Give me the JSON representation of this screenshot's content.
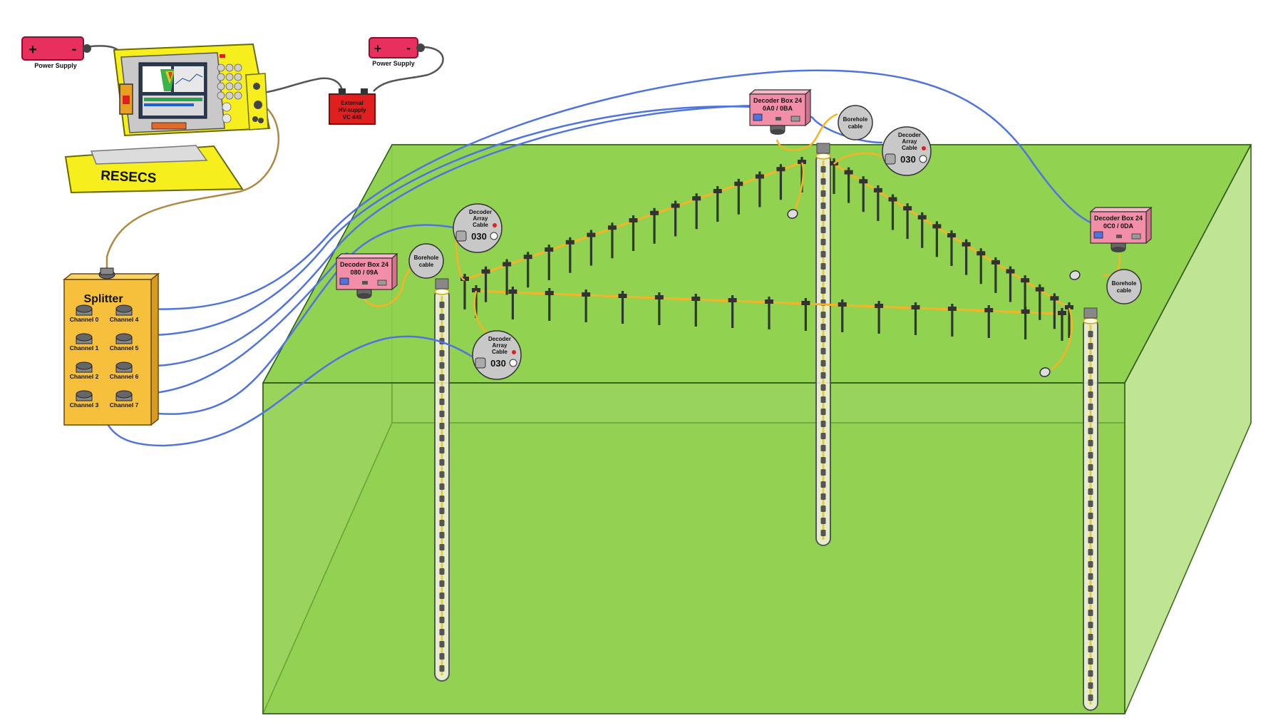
{
  "colors": {
    "ground_top": "#8fd14f",
    "ground_front": "#8fd14f",
    "ground_inner": "#b8e08a",
    "edge": "#2f5a17",
    "cable_blue": "#4f74e0",
    "cable_orange": "#f5b327",
    "cable_brown": "#b08a45",
    "laptop": "#f6ee1d",
    "splitter": "#f6bf3c",
    "decoder": "#f28ea8",
    "power": "#e8305e",
    "hv": "#e01f1f",
    "grey_disc": "#c8c8c8"
  },
  "labels": {
    "power_supply_1": "Power Supply",
    "power_supply_2": "Power Supply",
    "plus": "+",
    "minus": "-",
    "laptop": "RESECS",
    "hv_line1": "External",
    "hv_line2": "HV-supply",
    "hv_line3": "VC 440",
    "splitter": "Splitter",
    "channels": [
      "Channel 0",
      "Channel 1",
      "Channel 2",
      "Channel 3",
      "Channel 4",
      "Channel 5",
      "Channel 6",
      "Channel 7"
    ],
    "decoder_a_line1": "Decoder Box 24",
    "decoder_a_line2": "080 / 09A",
    "decoder_b_line1": "Decoder Box 24",
    "decoder_b_line2": "0A0 / 0BA",
    "decoder_c_line1": "Decoder Box 24",
    "decoder_c_line2": "0C0 / 0DA",
    "borehole_line1": "Borehole",
    "borehole_line2": "cable",
    "dac_line1": "Decoder",
    "dac_line2": "Array",
    "dac_line3": "Cable",
    "dac_code": "030"
  },
  "icons": [
    "battery-icon",
    "connector-icon",
    "electrode-icon",
    "borehole-icon",
    "screen-icon"
  ]
}
